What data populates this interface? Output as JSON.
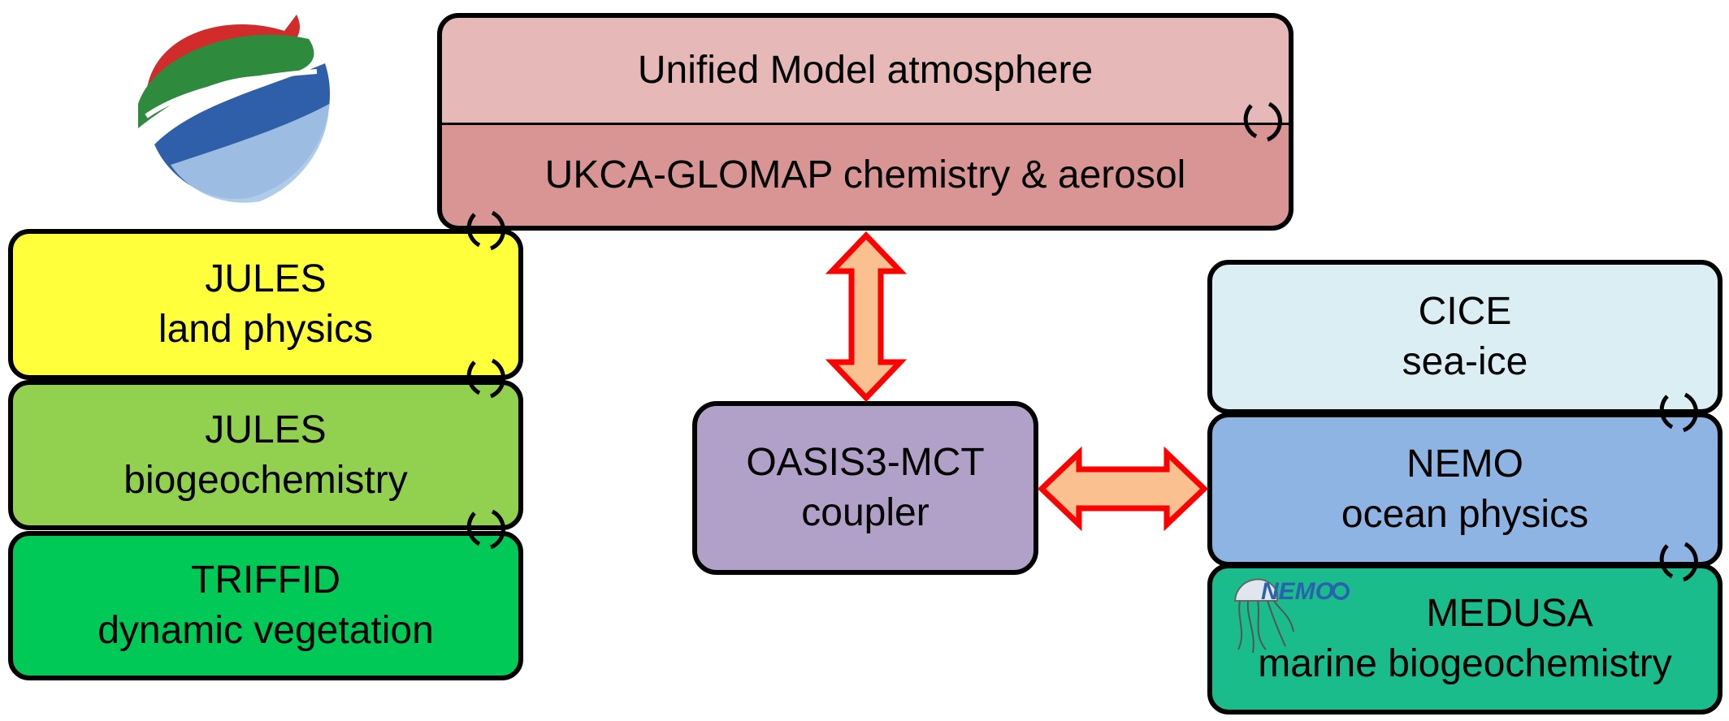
{
  "diagram": {
    "atmosphere": {
      "label": "Unified Model atmosphere",
      "color": "#e6b8b8"
    },
    "chemistry": {
      "label": "UKCA-GLOMAP chemistry & aerosol",
      "color": "#d99494"
    },
    "jules_land": {
      "line1": "JULES",
      "line2": "land physics",
      "color": "#ffff3c"
    },
    "jules_bgc": {
      "line1": "JULES",
      "line2": "biogeochemistry",
      "color": "#92d050"
    },
    "triffid": {
      "line1": "TRIFFID",
      "line2": "dynamic vegetation",
      "color": "#00c957"
    },
    "coupler": {
      "line1": "OASIS3-MCT",
      "line2": "coupler",
      "color": "#b1a0c7"
    },
    "cice": {
      "line1": "CICE",
      "line2": "sea-ice",
      "color": "#dbeef4"
    },
    "nemo": {
      "line1": "NEMO",
      "line2": "ocean physics",
      "color": "#8db4e2"
    },
    "medusa": {
      "line1": "MEDUSA",
      "line2": "marine biogeochemistry",
      "color": "#1abc8c"
    },
    "arrow_colors": {
      "fill": "#fac090",
      "stroke": "#ff0000"
    },
    "nemo_logo_text": "NEMO"
  }
}
